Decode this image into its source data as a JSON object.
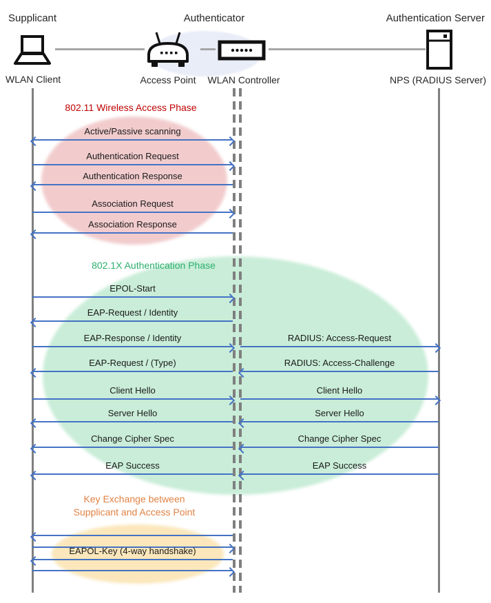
{
  "diagram": {
    "header": {
      "roles": {
        "supplicant": "Supplicant",
        "authenticator": "Authenticator",
        "auth_server": "Authentication Server"
      },
      "devices": {
        "wlan_client": "WLAN Client",
        "access_point": "Access Point",
        "wlan_controller": "WLAN Controller",
        "nps": "NPS (RADIUS Server)"
      }
    },
    "phase1": {
      "title": "802.11 Wireless Access Phase",
      "messages": [
        {
          "label": "Active/Passive scanning",
          "direction": "both"
        },
        {
          "label": "Authentication Request",
          "direction": "right"
        },
        {
          "label": "Authentication Response",
          "direction": "left"
        },
        {
          "label": "Association Request",
          "direction": "right"
        },
        {
          "label": "Association Response",
          "direction": "left"
        }
      ]
    },
    "phase2": {
      "title": "802.1X Authentication Phase",
      "messages": [
        {
          "left_label": "EPOL-Start",
          "left_direction": "right"
        },
        {
          "left_label": "EAP-Request / Identity",
          "left_direction": "left"
        },
        {
          "left_label": "EAP-Response / Identity",
          "left_direction": "right",
          "right_label": "RADIUS: Access-Request",
          "right_direction": "right"
        },
        {
          "left_label": "EAP-Request / (Type)",
          "left_direction": "left",
          "right_label": "RADIUS: Access-Challenge",
          "right_direction": "left"
        },
        {
          "left_label": "Client Hello",
          "left_direction": "right",
          "right_label": "Client Hello",
          "right_direction": "right"
        },
        {
          "left_label": "Server Hello",
          "left_direction": "left",
          "right_label": "Server Hello",
          "right_direction": "left"
        },
        {
          "left_label": "Change Cipher Spec",
          "left_direction": "left",
          "right_label": "Change Cipher Spec",
          "right_direction": "left"
        },
        {
          "left_label": "EAP Success",
          "left_direction": "left",
          "right_label": "EAP Success",
          "right_direction": "left"
        }
      ]
    },
    "phase3": {
      "title_line1": "Key Exchange between",
      "title_line2": "Supplicant and Access Point",
      "label": "EAPOL-Key (4-way handshake)",
      "arrow_directions": [
        "left",
        "right",
        "left",
        "right"
      ]
    },
    "colors": {
      "arrow": "#4472C4",
      "lifeline": "#7F7F7F",
      "connector": "#A6A6A6",
      "phase1_title": "#C00000",
      "phase1_fill": "#F2CCCD",
      "phase2_title": "#2EAF6E",
      "phase2_fill": "#C9EDD8",
      "phase3_title": "#E08244",
      "phase3_fill": "#FBE7BB",
      "authenticator_fill": "#E9EDF8"
    }
  }
}
